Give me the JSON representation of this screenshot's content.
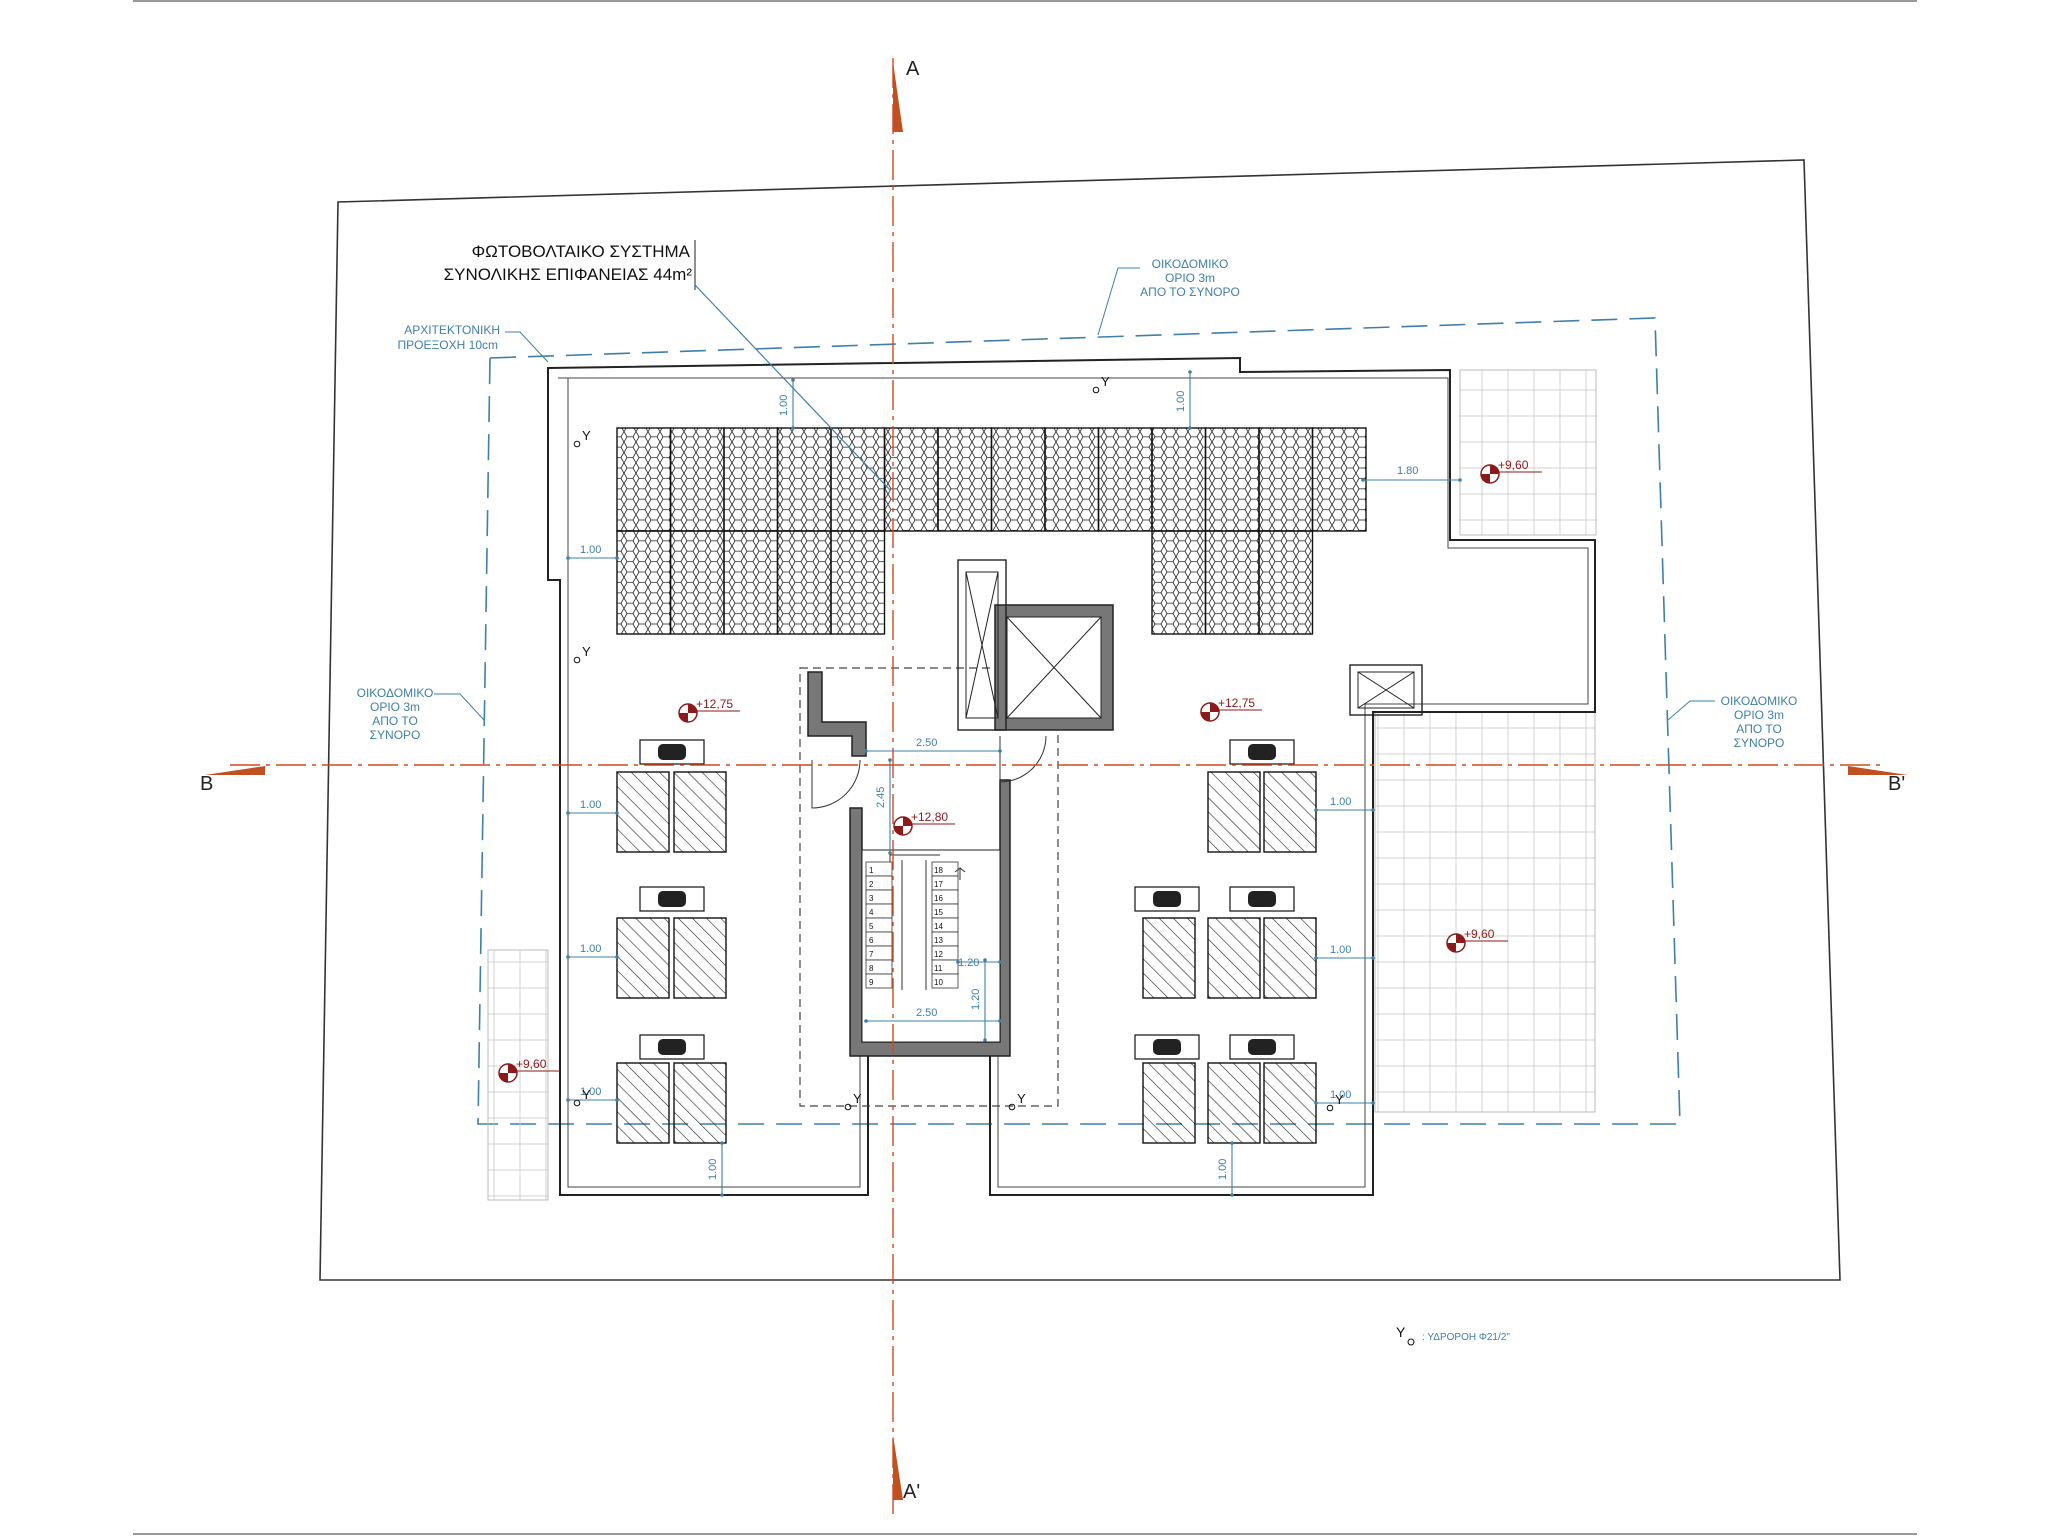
{
  "section_a_top": "A",
  "section_a_bottom": "A'",
  "section_b_left": "B",
  "section_b_right": "B'",
  "pv_title_line1": "ΦΩΤΟΒΟΛΤΑΙΚΟ ΣΥΣΤΗΜΑ",
  "pv_title_line2": "ΣΥΝΟΛΙΚΗΣ ΕΠΙΦΑΝΕΙΑΣ  44m²",
  "arch_note_line1": "ΑΡΧΙΤΕΚΤΟΝΙΚΗ",
  "arch_note_line2": "ΠΡΟΕΞΟΧΗ 10cm",
  "limit_top": [
    "ΟΙΚΟΔΟΜΙΚΟ",
    "ΟΡΙΟ 3m",
    "ΑΠΟ ΤΟ ΣΥΝΟΡΟ"
  ],
  "limit_left": [
    "ΟΙΚΟΔΟΜΙΚΟ",
    "ΟΡΙΟ 3m",
    "ΑΠΟ ΤΟ",
    "ΣΥΝΟΡΟ"
  ],
  "limit_right": [
    "ΟΙΚΟΔΟΜΙΚΟ",
    "ΟΡΙΟ 3m",
    "ΑΠΟ ΤΟ",
    "ΣΥΝΟΡΟ"
  ],
  "dims": {
    "d100": "1.00",
    "d180": "1.80",
    "d250": "2.50",
    "d245": "2.45",
    "d120": "1.20"
  },
  "levels": {
    "l1275": "+12,75",
    "l1280": "+12,80",
    "l960": "+9,60"
  },
  "drain_symbol": "Y",
  "legend_text": ": ΥΔΡΟΡΟΗ Φ21/2\"",
  "stair_left": [
    "1",
    "2",
    "3",
    "4",
    "5",
    "6",
    "7",
    "8",
    "9"
  ],
  "stair_right": [
    "18",
    "17",
    "16",
    "15",
    "14",
    "13",
    "12",
    "11",
    "10"
  ]
}
